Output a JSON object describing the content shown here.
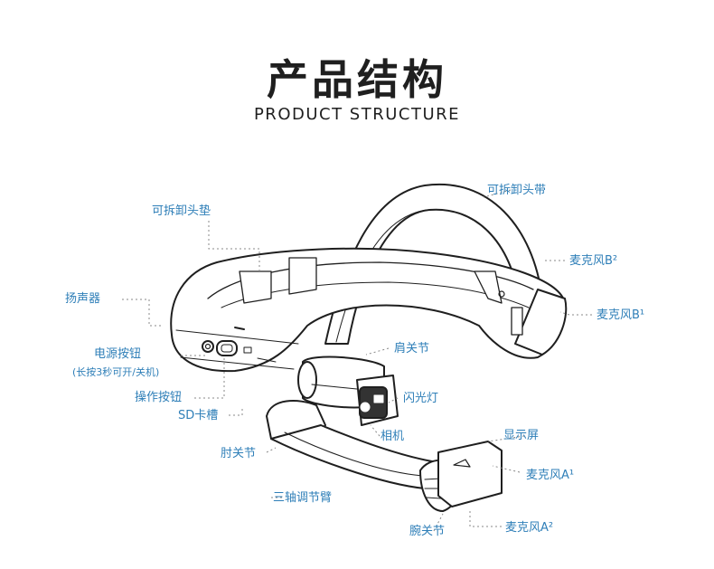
{
  "title": {
    "cn": "产品结构",
    "en": "PRODUCT STRUCTURE"
  },
  "labels": {
    "headpad": "可拆卸头垫",
    "headband": "可拆卸头带",
    "micB2": "麦克风B²",
    "micB1": "麦克风B¹",
    "speaker": "扬声器",
    "power": "电源按钮",
    "power_note": "(长按3秒可开/关机)",
    "shoulder": "肩关节",
    "op_button": "操作按钮",
    "flash": "闪光灯",
    "sd": "SD卡槽",
    "camera": "相机",
    "display": "显示屏",
    "elbow": "肘关节",
    "micA1": "麦克风A¹",
    "arm": "三轴调节臂",
    "micA2": "麦克风A²",
    "wrist": "腕关节"
  },
  "colors": {
    "label": "#2f7fb8",
    "line": "#1f1f1f",
    "leader": "#888888"
  }
}
